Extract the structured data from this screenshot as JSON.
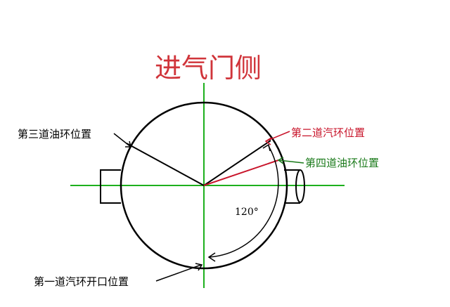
{
  "title": "进气门侧",
  "labels": {
    "third_oil_ring": "第三道油环位置",
    "second_compression_ring": "第二道汽环位置",
    "fourth_oil_ring": "第四道油环位置",
    "first_compression_ring_gap": "第一道汽环开口位置",
    "angle": "120°"
  },
  "colors": {
    "title": "#d0343a",
    "axes": "#1db01d",
    "outline": "#000000",
    "second_ring_line": "#c8142a",
    "fourth_ring_label": "#1a7a1a",
    "background": "#ffffff"
  }
}
